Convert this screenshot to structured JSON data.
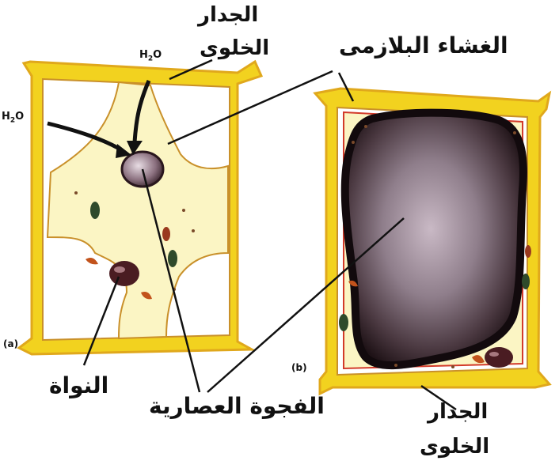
{
  "labels": {
    "cell_wall_top_line1": "الجدار",
    "cell_wall_top_line2": "الخلوى",
    "plasma_membrane": "الغشاء البلازمى",
    "nucleus": "النواة",
    "vacuole": "الفجوة العصارية",
    "cell_wall_bottom_line1": "الجدار",
    "cell_wall_bottom_line2": "الخلوى"
  },
  "water": {
    "symbol": "H",
    "subscript": "2",
    "suffix": "O"
  },
  "panels": {
    "a": "(a)",
    "b": "(b)"
  },
  "colors": {
    "cell_wall": "#f2d21f",
    "cell_wall_edge": "#e0a81c",
    "cytoplasm": "#fbf5c4",
    "vacuole_dark": "#2a1a1e",
    "vacuole_mid": "#7b6a76",
    "vacuole_light": "#b9a8b6",
    "nucleus": "#4a1c22",
    "chloroplast": "#2f4a2b",
    "outline": "#b9782a"
  }
}
